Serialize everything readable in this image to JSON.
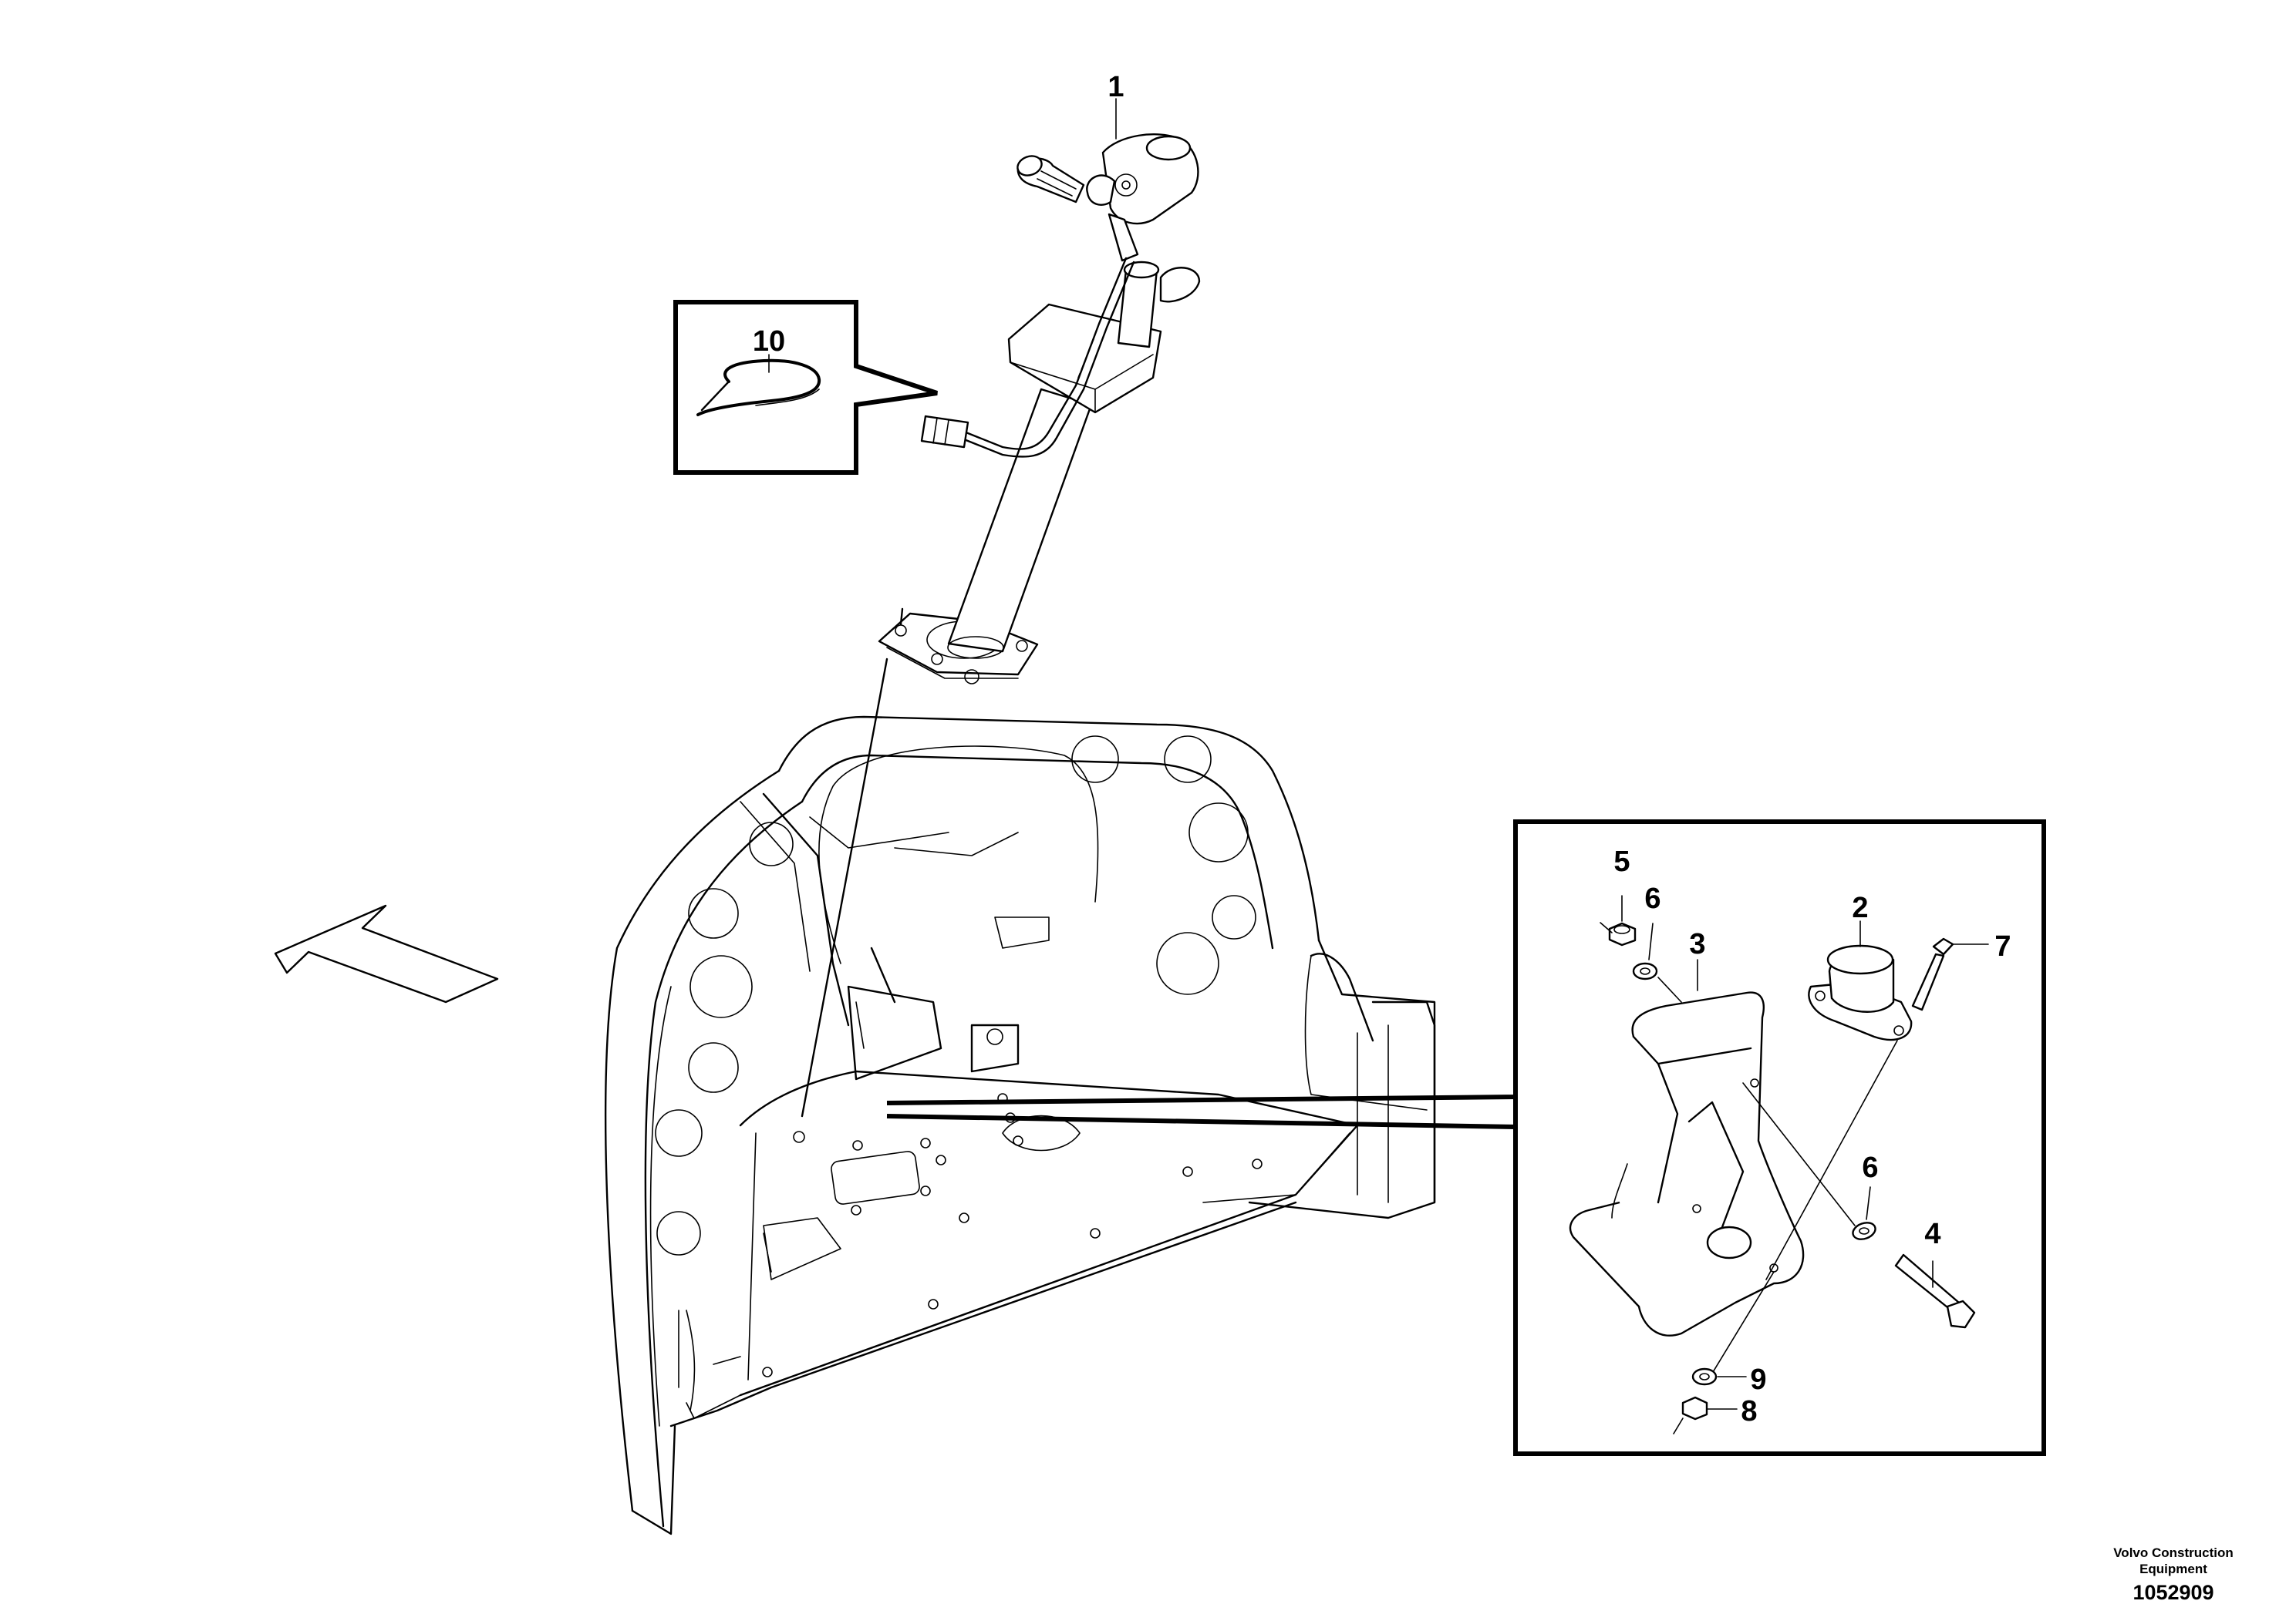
{
  "callouts": {
    "c1": "1",
    "c2": "2",
    "c3": "3",
    "c4": "4",
    "c5": "5",
    "c6a": "6",
    "c6b": "6",
    "c7": "7",
    "c8": "8",
    "c9": "9",
    "c10": "10"
  },
  "footer": {
    "brand_line1": "Volvo Construction",
    "brand_line2": "Equipment",
    "document_number": "1052909"
  },
  "icons": {
    "direction_arrow": "forward-direction-arrow-icon",
    "cable_tie": "cable-tie-icon"
  }
}
